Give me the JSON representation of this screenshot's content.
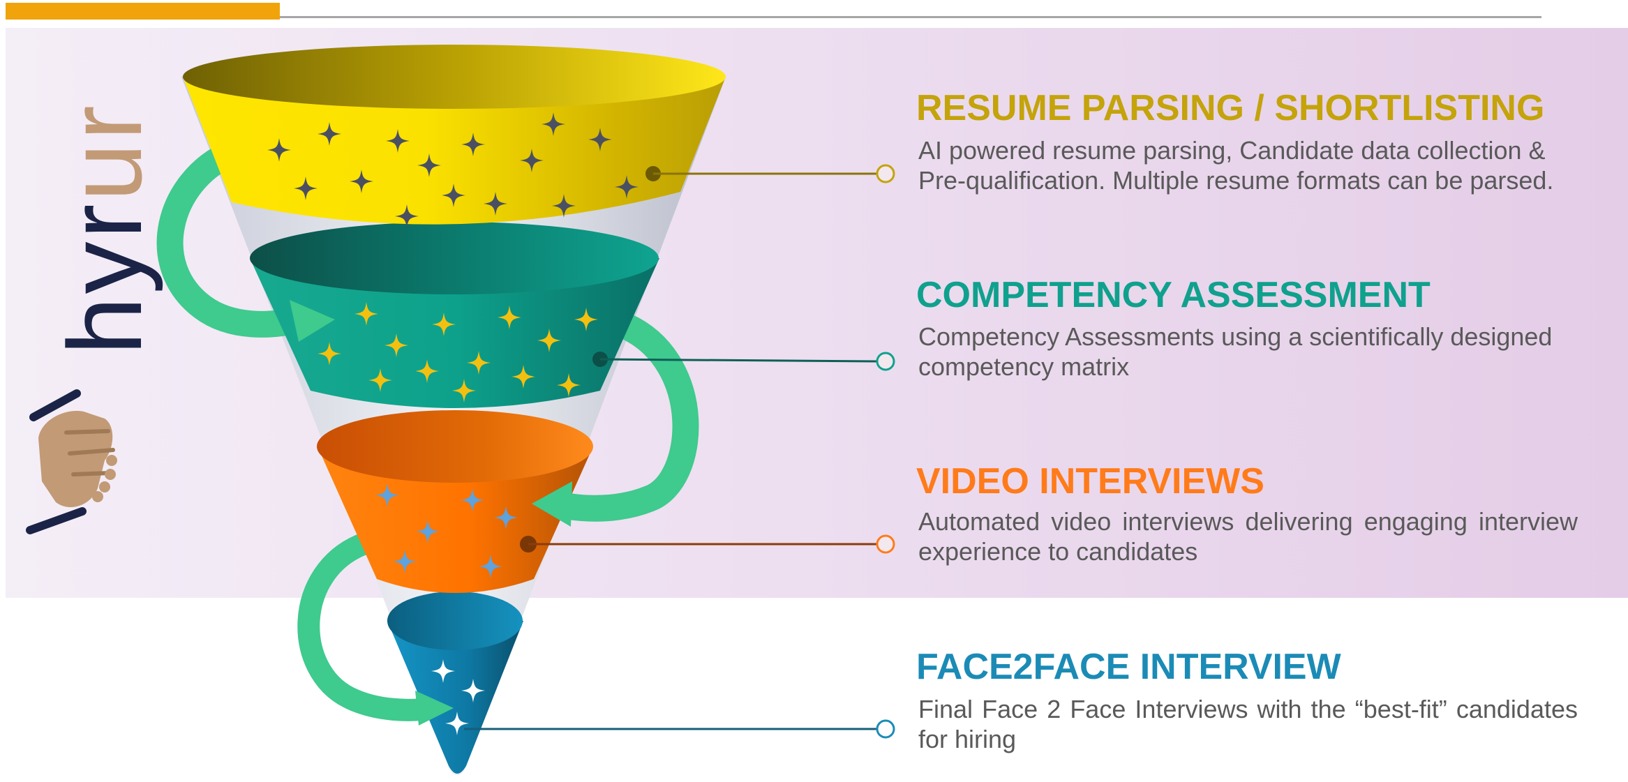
{
  "brand": {
    "name_main": "hyr",
    "name_accent": "ur"
  },
  "colors": {
    "accent_bar": "#f0a30a",
    "stage1": "#c4a30b",
    "stage2": "#0fa18d",
    "stage3": "#ff7b1a",
    "stage4": "#1b8bb6",
    "arrow": "#3fca8e",
    "description": "#595959"
  },
  "stages": [
    {
      "title": "RESUME PARSING / SHORTLISTING",
      "description": "AI powered resume parsing, Candidate data collection & Pre-qualification. Multiple resume formats can be parsed.",
      "icon": "star-icon"
    },
    {
      "title": "COMPETENCY ASSESSMENT",
      "description": "Competency Assessments using a scientifically designed competency matrix",
      "icon": "star-icon"
    },
    {
      "title": "VIDEO INTERVIEWS",
      "description": "Automated video interviews delivering engaging interview experience to candidates",
      "icon": "star-icon"
    },
    {
      "title": "FACE2FACE INTERVIEW",
      "description": "Final Face 2 Face Interviews with the “best-fit” candidates for hiring",
      "icon": "star-icon"
    }
  ],
  "icons": {
    "logo": "handshake-icon",
    "connector": "circle-marker-icon",
    "flow": "curved-arrow-icon"
  }
}
